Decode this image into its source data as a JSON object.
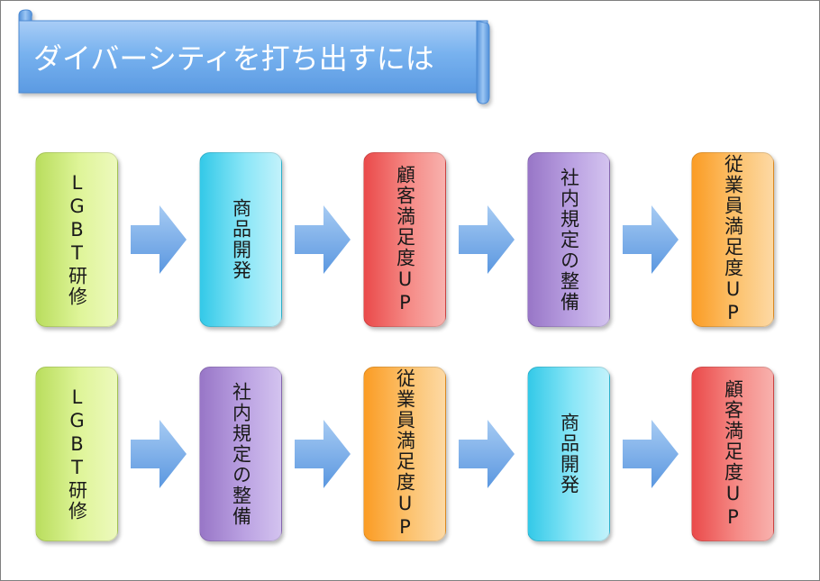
{
  "title": "ダイバーシティを打ち出すには",
  "colors": {
    "banner": "#6aa9ea",
    "arrow": "#6fa8e6",
    "green": "#dff59a",
    "cyan": "#8ae6f7",
    "red": "#f58a86",
    "purple": "#bba2e2",
    "orange": "#fcc26e"
  },
  "rows": [
    {
      "steps": [
        {
          "label": "LGBT研修",
          "color": "green"
        },
        {
          "label": "商品開発",
          "color": "cyan"
        },
        {
          "label": "顧客満足度UP",
          "color": "red"
        },
        {
          "label": "社内規定の整備",
          "color": "purple"
        },
        {
          "label": "従業員満足度UP",
          "color": "orange"
        }
      ]
    },
    {
      "steps": [
        {
          "label": "LGBT研修",
          "color": "green"
        },
        {
          "label": "社内規定の整備",
          "color": "purple"
        },
        {
          "label": "従業員満足度UP",
          "color": "orange"
        },
        {
          "label": "商品開発",
          "color": "cyan"
        },
        {
          "label": "顧客満足度UP",
          "color": "red"
        }
      ]
    }
  ]
}
